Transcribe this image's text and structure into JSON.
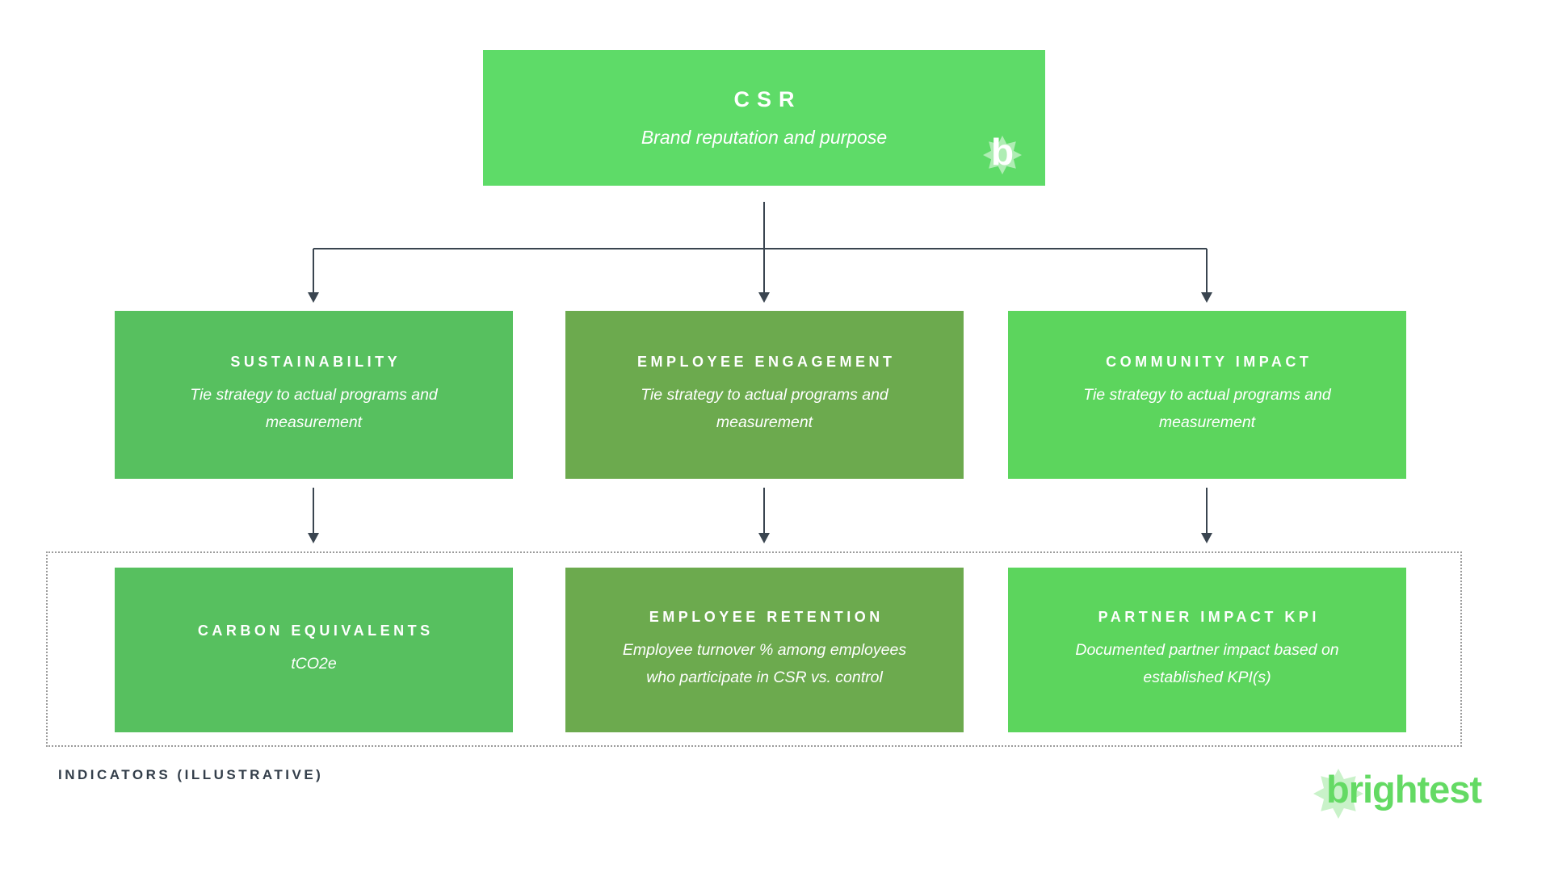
{
  "page": {
    "background": "#ffffff"
  },
  "diagram": {
    "root": {
      "title": "CSR",
      "subtitle": "Brand reputation and purpose",
      "color": "#5edb68",
      "logo_mark": "b"
    },
    "pillars": [
      {
        "title": "SUSTAINABILITY",
        "description": "Tie strategy to actual programs and\nmeasurement",
        "color": "#57c05f"
      },
      {
        "title": "EMPLOYEE ENGAGEMENT",
        "description": "Tie strategy to actual programs and\nmeasurement",
        "color": "#6caa4e"
      },
      {
        "title": "COMMUNITY IMPACT",
        "description": "Tie strategy to actual programs and\nmeasurement",
        "color": "#5cd55d"
      }
    ],
    "indicators": [
      {
        "title": "CARBON EQUIVALENTS",
        "description": "tCO2e",
        "color": "#57c05f"
      },
      {
        "title": "EMPLOYEE RETENTION",
        "description": "Employee turnover % among employees\nwho participate in CSR vs. control",
        "color": "#6caa4e"
      },
      {
        "title": "PARTNER IMPACT KPI",
        "description": "Documented partner impact based on\nestablished KPI(s)",
        "color": "#5cd55d"
      }
    ],
    "indicators_label": "INDICATORS (ILLUSTRATIVE)",
    "connector_color": "#3a4550"
  },
  "branding": {
    "wordmark": "brightest",
    "wordmark_color": "#64da64",
    "star_color": "#c9f2c9"
  }
}
